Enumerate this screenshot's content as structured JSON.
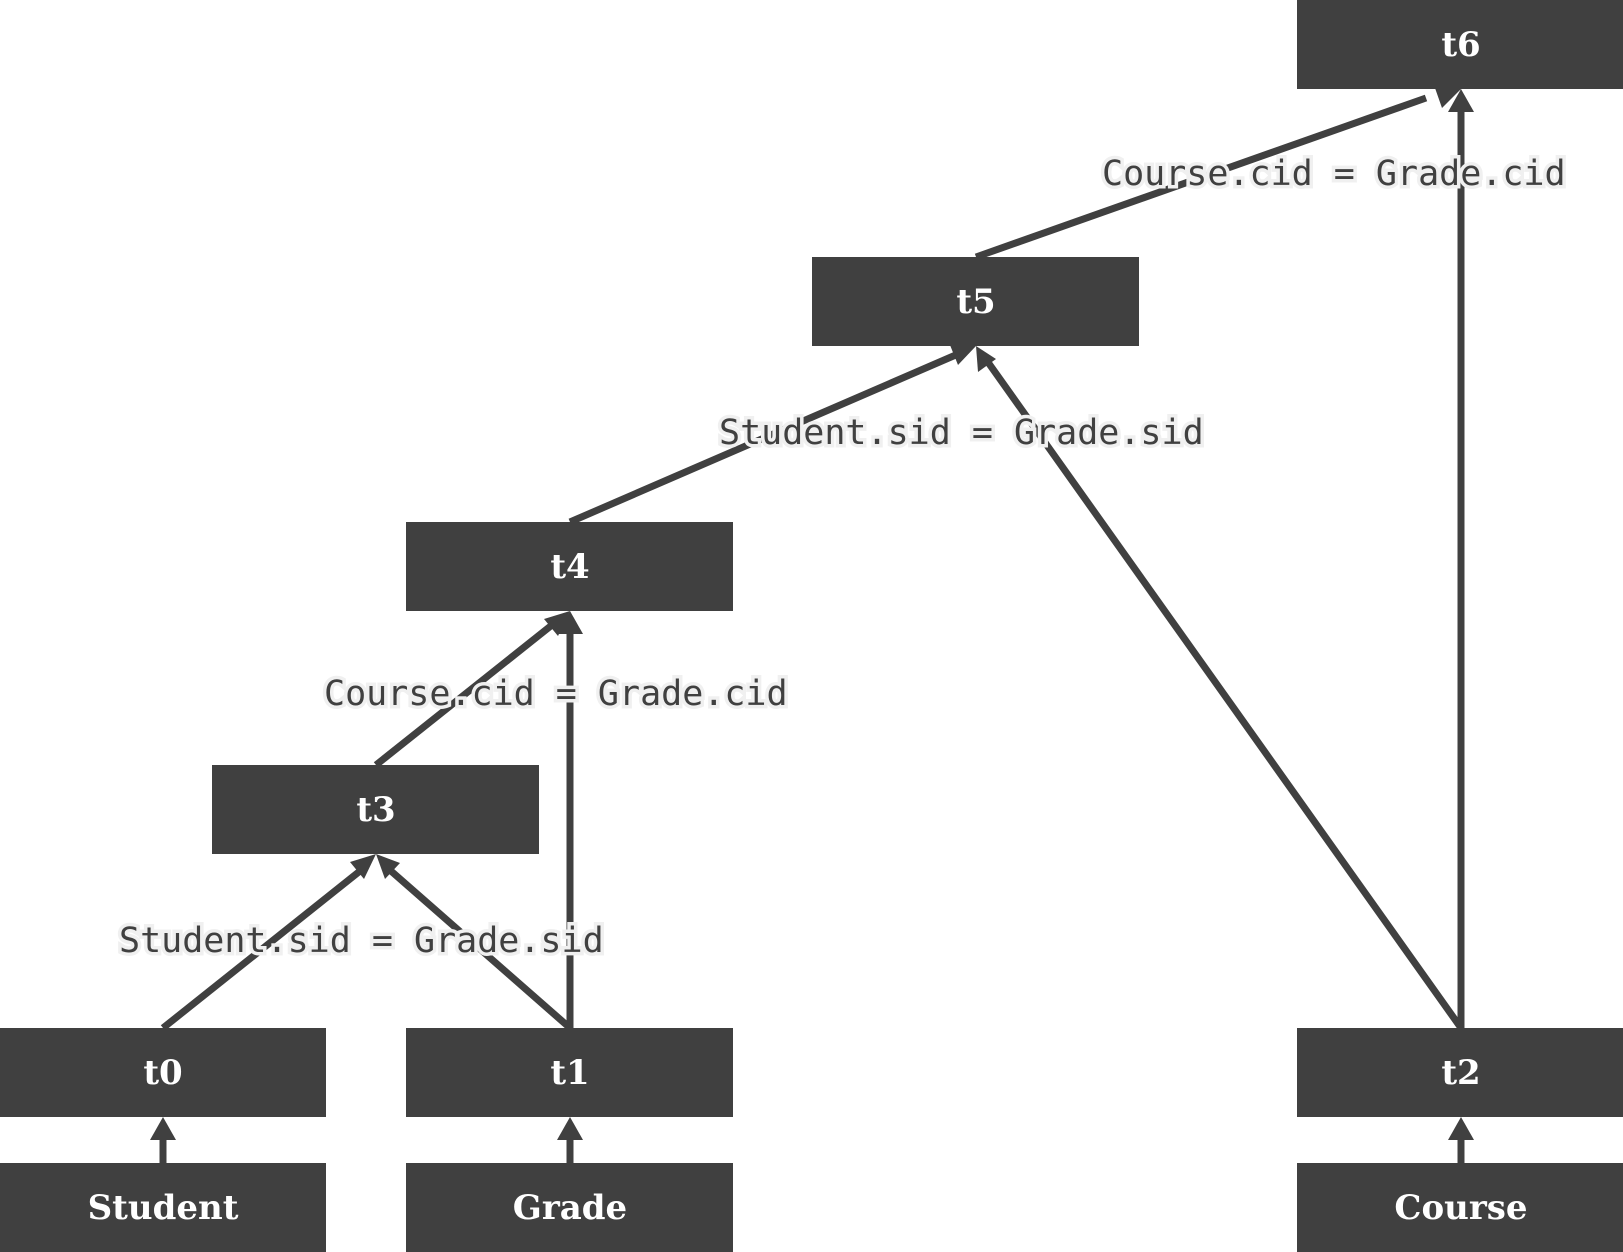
{
  "nodes": {
    "student": "Student",
    "grade": "Grade",
    "course": "Course",
    "t0": "t0",
    "t1": "t1",
    "t2": "t2",
    "t3": "t3",
    "t4": "t4",
    "t5": "t5",
    "t6": "t6"
  },
  "edges": {
    "t3_condition": "Student.sid = Grade.sid",
    "t4_condition": "Course.cid = Grade.cid",
    "t5_condition": "Student.sid = Grade.sid",
    "t6_condition": "Course.cid = Grade.cid"
  },
  "colors": {
    "node_fill": "#404040",
    "node_text": "#ffffff",
    "edge": "#404040",
    "label_halo": "#f0f0f0"
  }
}
